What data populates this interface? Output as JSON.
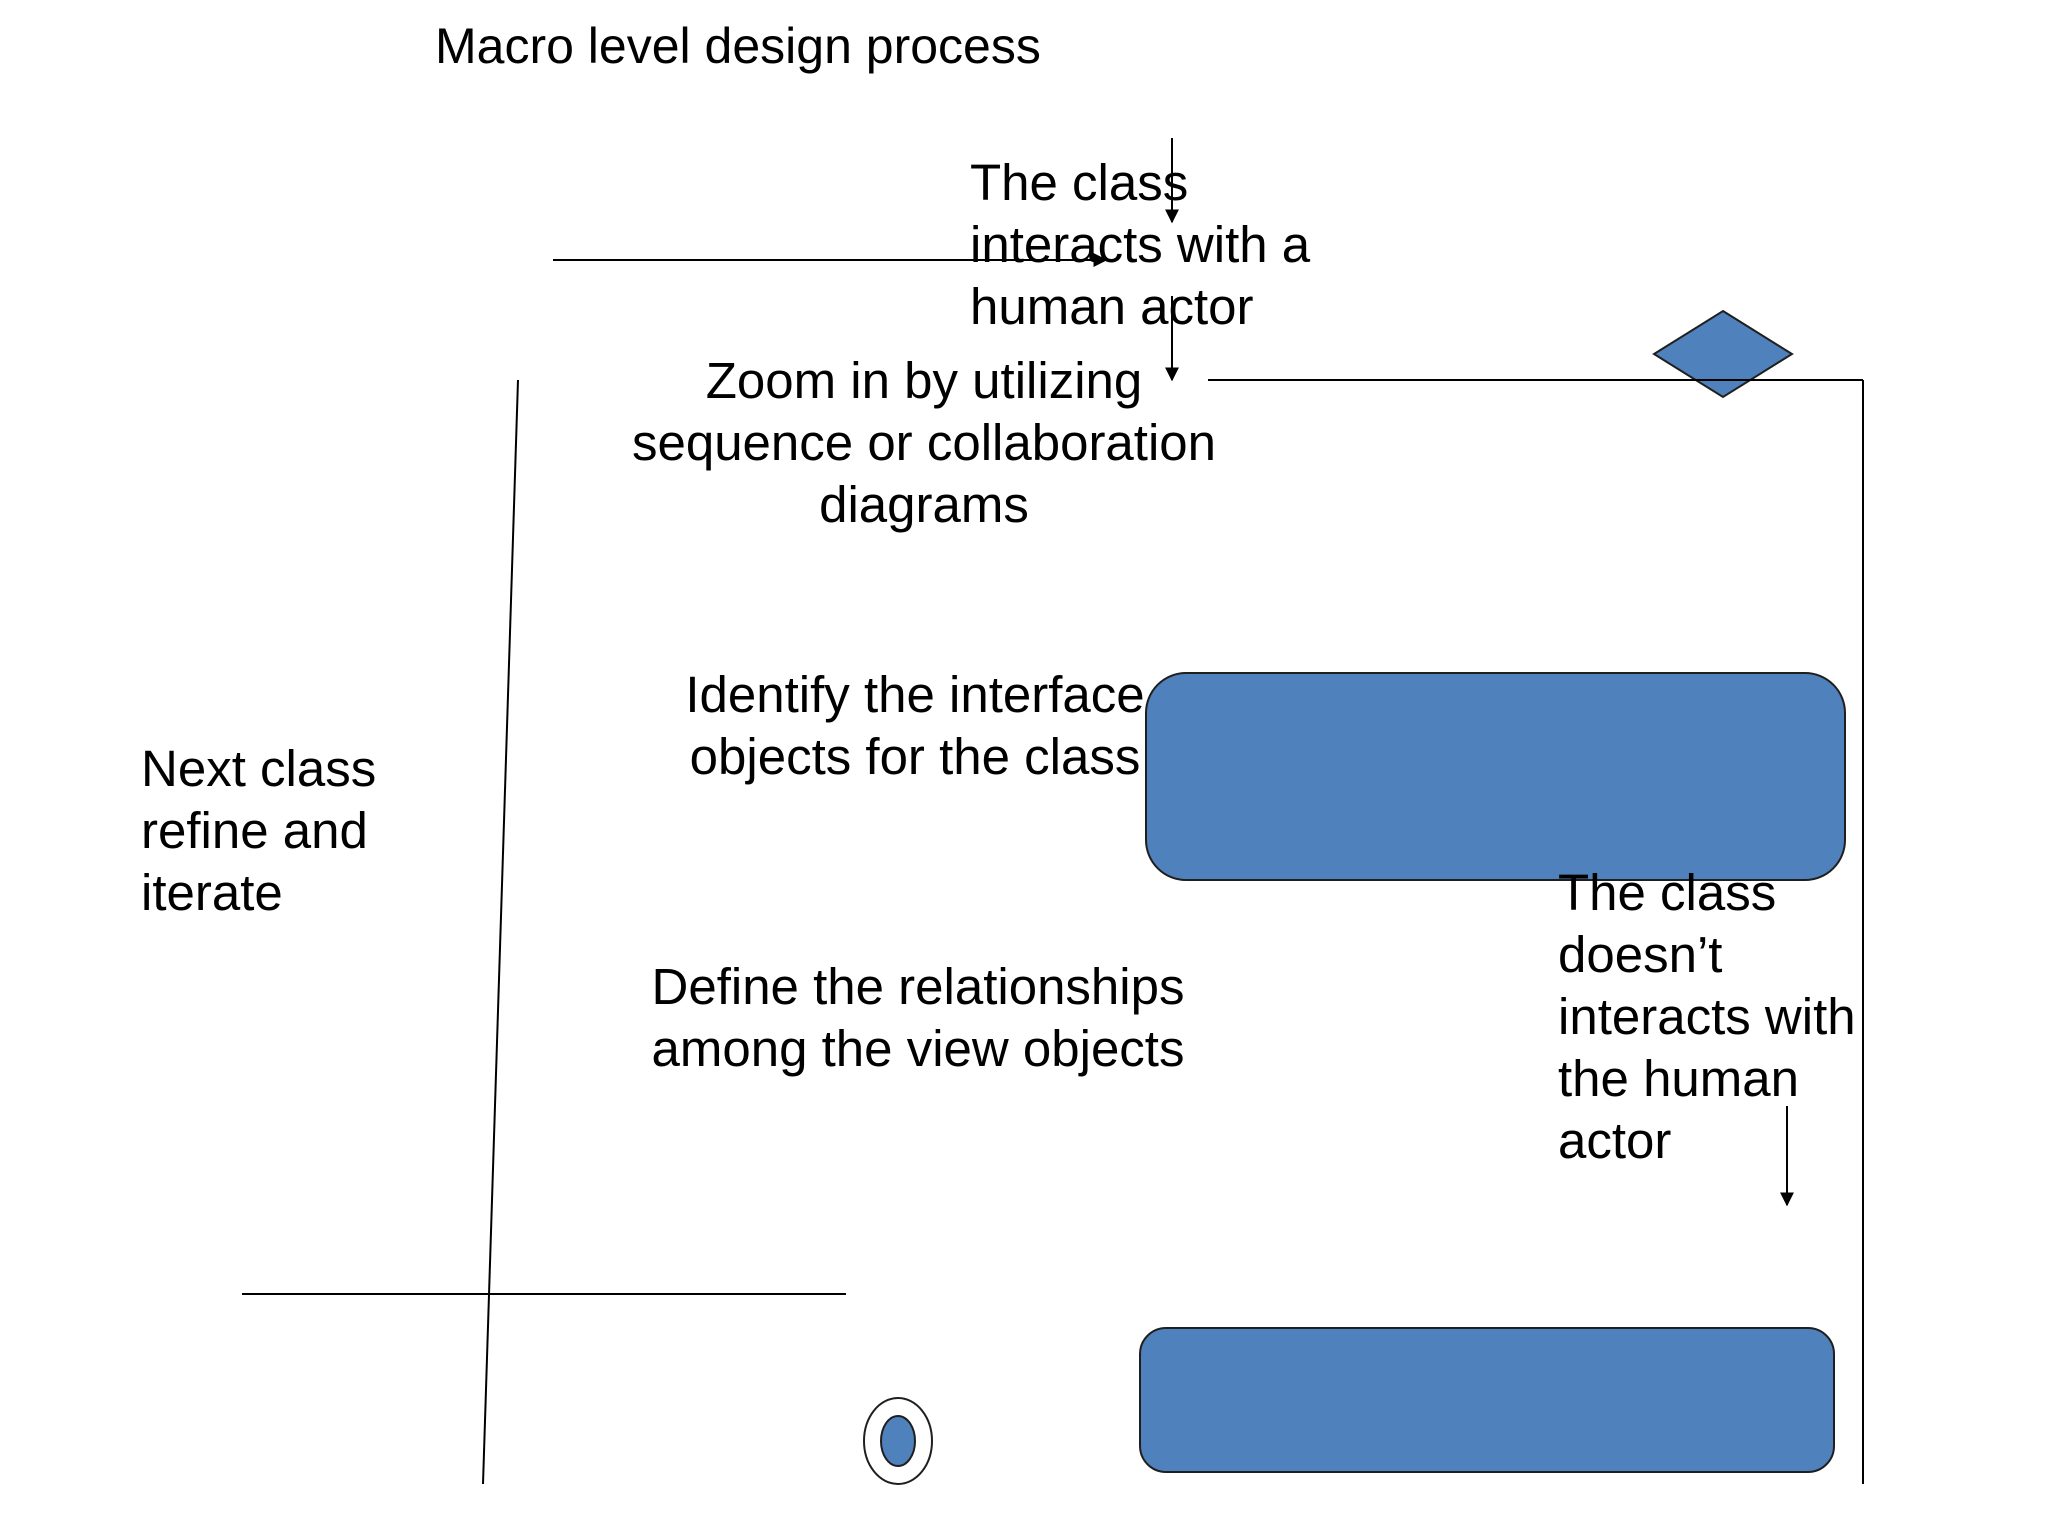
{
  "title": "Macro level design process",
  "colors": {
    "shape_fill": "#4f81bd",
    "stroke": "#000000",
    "background": "#ffffff"
  },
  "labels": {
    "interacts": [
      "The class",
      "interacts with a",
      "human actor"
    ],
    "zoom_in": [
      "Zoom in by utilizing",
      "sequence or collaboration",
      "diagrams"
    ],
    "identify": [
      "Identify the interface",
      "objects for the class"
    ],
    "define": [
      "Define the relationships",
      "among the view objects"
    ],
    "next_class": [
      "Next class",
      "refine  and",
      "iterate"
    ],
    "not_interacts": [
      "The class",
      "doesn’t",
      "interacts with",
      "the human",
      "actor"
    ]
  }
}
